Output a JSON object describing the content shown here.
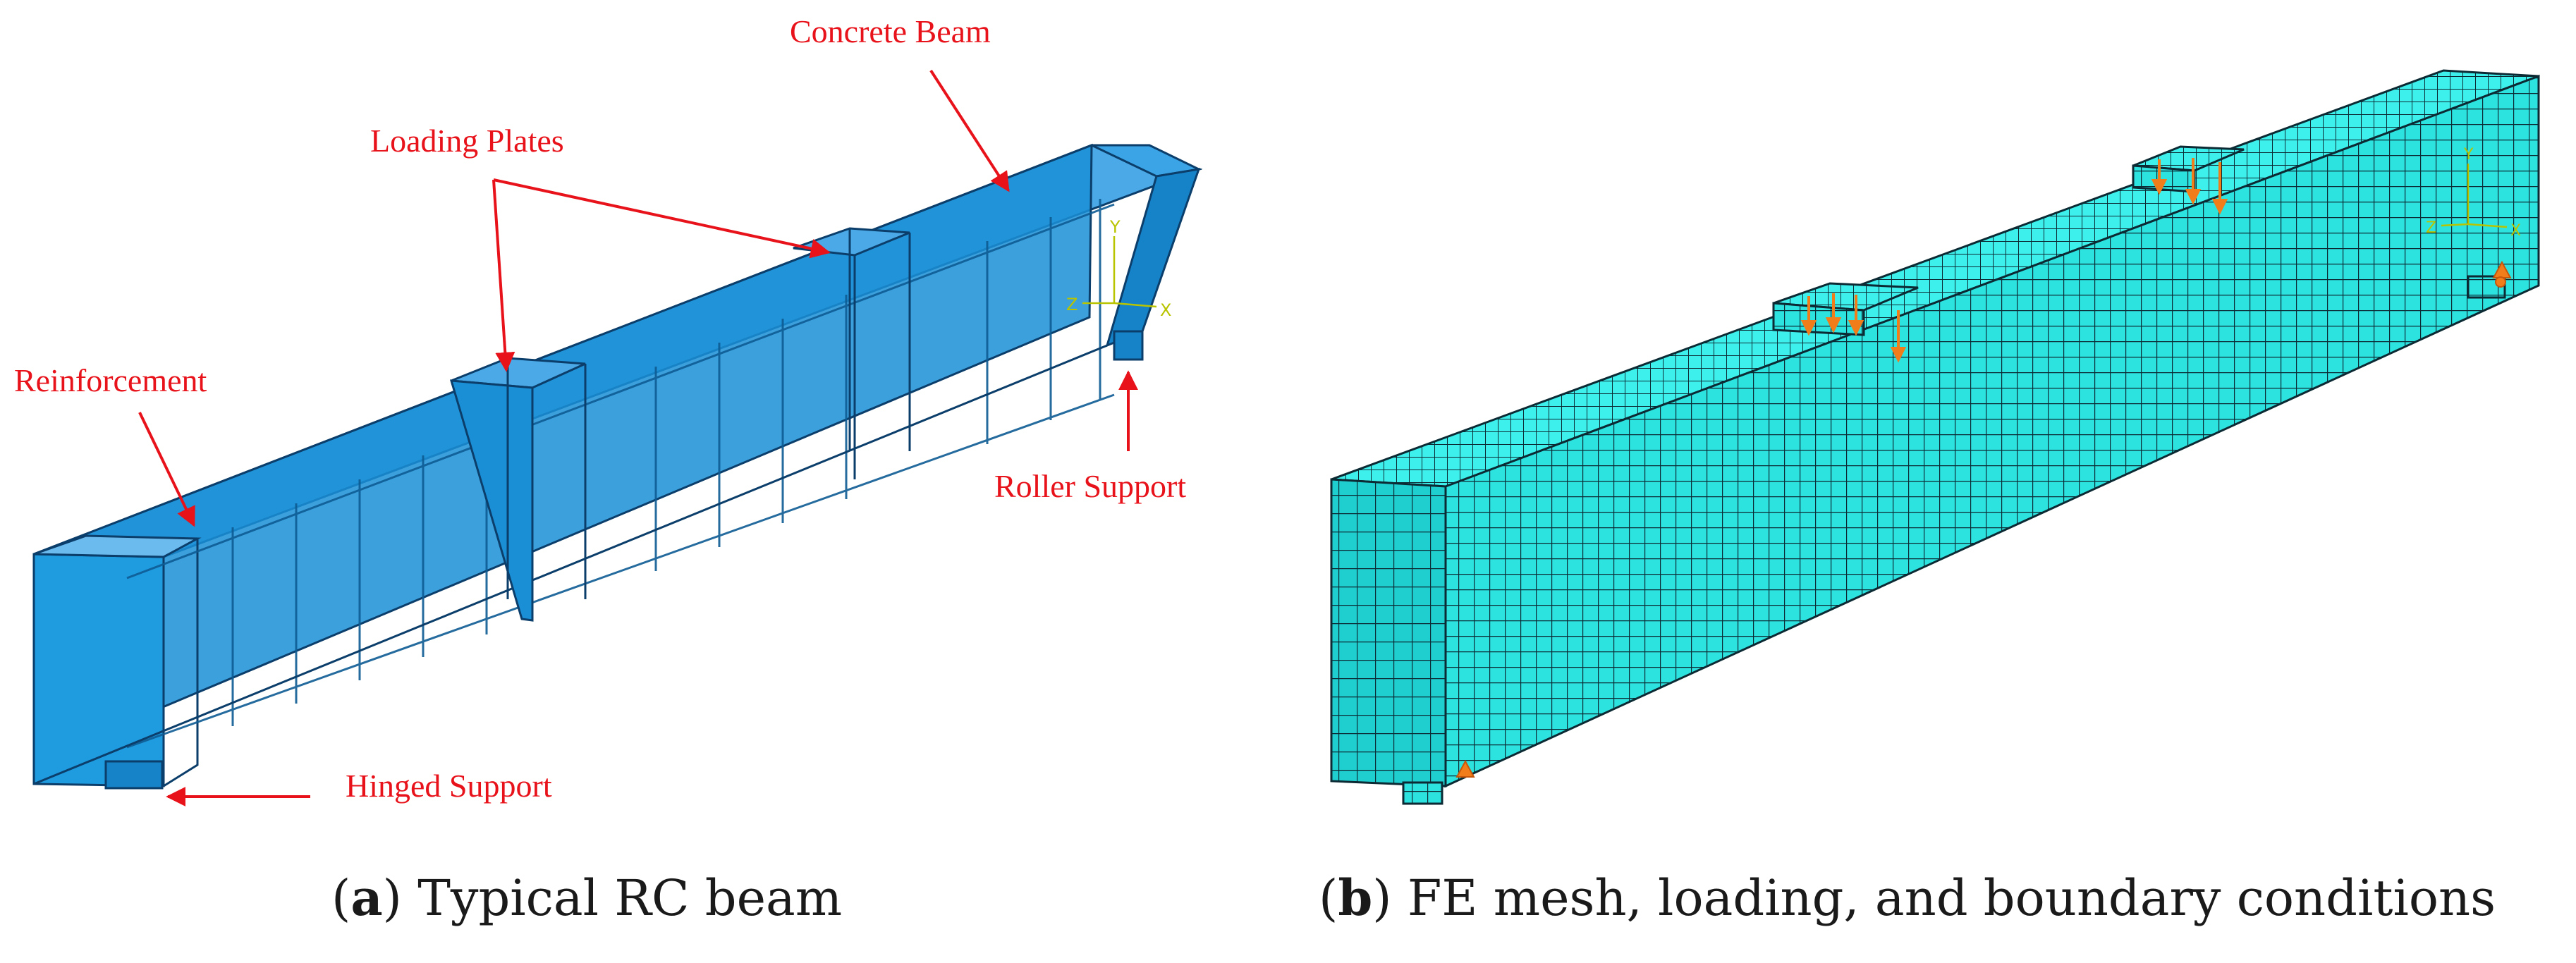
{
  "panel_a": {
    "annotations": {
      "concrete_beam": "Concrete Beam",
      "loading_plates": "Loading Plates",
      "reinforcement": "Reinforcement",
      "roller_support": "Roller Support",
      "hinged_support": "Hinged Support"
    },
    "axis_triad": {
      "y": "Y",
      "z": "Z",
      "x": "X"
    },
    "caption": {
      "letter": "a",
      "text": "Typical RC beam"
    }
  },
  "panel_b": {
    "axis_triad": {
      "y": "Y",
      "z": "Z",
      "x": "X"
    },
    "caption": {
      "letter": "b",
      "text": "FE mesh, loading, and boundary conditions"
    }
  },
  "colors": {
    "beam_blue": "#1a8fd6",
    "beam_blue_dark": "#0b5fa0",
    "mesh_cyan": "#2de3e0",
    "annotation_red": "#e8121b",
    "load_orange": "#f07d1a"
  }
}
